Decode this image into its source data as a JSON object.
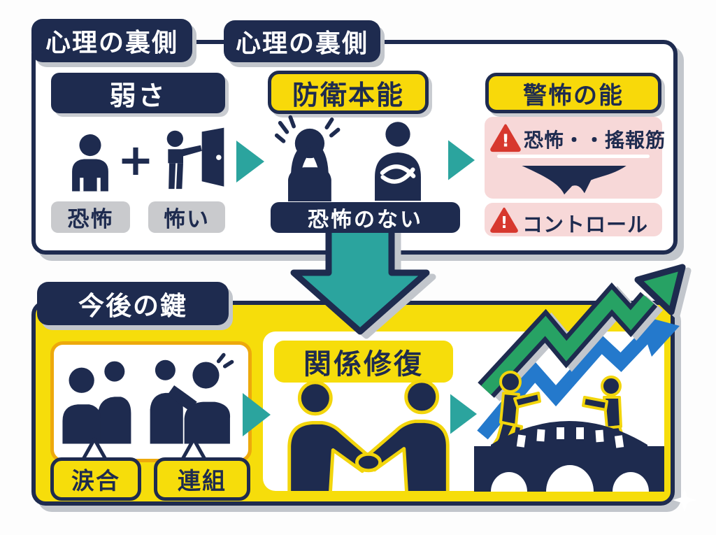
{
  "colors": {
    "navy": "#1e2b4f",
    "teal": "#2ba49e",
    "panel_yellow": "#f6dd0b",
    "header_yellow": "#f8d90a",
    "pink": "#f7d8d8",
    "red": "#d7382e",
    "gray_label": "#c9cacd",
    "shadow_gray": "#c2c6cc",
    "green_arrow": "#27a264",
    "blue_arrow": "#2479cc",
    "orange_border": "#eda90c",
    "white": "#ffffff"
  },
  "top_panel": {
    "tab_left": "心理の裏側",
    "tab_right": "心理の裏側",
    "weakness": {
      "title": "弱さ",
      "plus_sign": "+",
      "label_fear": "恐怖",
      "label_scary": "怖い"
    },
    "defense": {
      "title": "防衛本能",
      "caption": "恐怖のない"
    },
    "alert": {
      "title": "警怖の能",
      "warning_mark": "!",
      "item_top": "恐怖・・搖報筋",
      "item_bottom": "コントロール"
    }
  },
  "bottom_panel": {
    "tab": "今後の鍵",
    "bubble_left": "涙合",
    "bubble_right": "連組",
    "repair": {
      "title": "関係修復"
    }
  }
}
